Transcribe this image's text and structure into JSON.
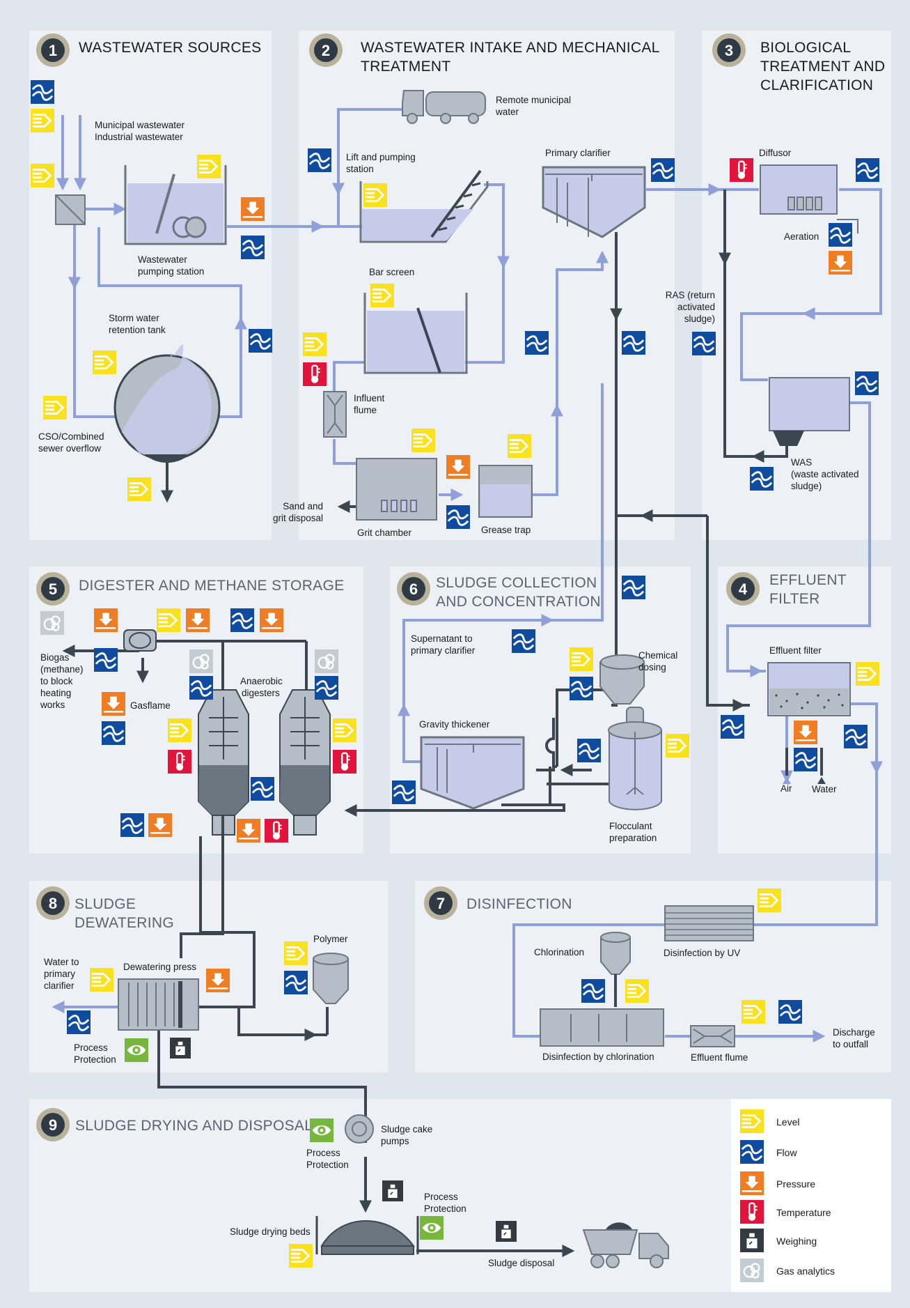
{
  "colors": {
    "panel": "#edf1f5",
    "background": "#dfe6ed",
    "pipe_blue": "#8f9fd8",
    "pipe_dark": "#3c4650",
    "level": "#f9e11e",
    "flow": "#0f4c9f",
    "pressure": "#ef7d23",
    "temperature": "#e3143c",
    "weighing": "#333a42",
    "gas": "#c4ccd3",
    "protection": "#77b73d",
    "tank_fill": "#c5cbe8",
    "equipment": "#b5bdc6"
  },
  "sections": [
    {
      "number": "1",
      "title_lines": [
        "WASTEWATER SOURCES"
      ]
    },
    {
      "number": "2",
      "title_lines": [
        "WASTEWATER INTAKE AND MECHANICAL",
        "TREATMENT"
      ]
    },
    {
      "number": "3",
      "title_lines": [
        "BIOLOGICAL",
        "TREATMENT AND",
        "CLARIFICATION"
      ]
    },
    {
      "number": "4",
      "title_lines": [
        "EFFLUENT",
        "FILTER"
      ]
    },
    {
      "number": "5",
      "title_lines": [
        "DIGESTER AND METHANE STORAGE"
      ]
    },
    {
      "number": "6",
      "title_lines": [
        "SLUDGE COLLECTION",
        "AND CONCENTRATION"
      ]
    },
    {
      "number": "7",
      "title_lines": [
        "DISINFECTION"
      ]
    },
    {
      "number": "8",
      "title_lines": [
        "SLUDGE",
        "DEWATERING"
      ]
    },
    {
      "number": "9",
      "title_lines": [
        "SLUDGE DRYING AND DISPOSAL"
      ]
    }
  ],
  "labels": {
    "municipal_ww": "Municipal wastewater",
    "industrial_ww": "Industrial wastewater",
    "ww_pumping_1": "Wastewater",
    "ww_pumping_2": "pumping station",
    "storm_1": "Storm water",
    "storm_2": "retention tank",
    "cso_1": "CSO/Combined",
    "cso_2": "sewer overflow",
    "remote_1": "Remote municipal",
    "remote_2": "water",
    "lift_1": "Lift and pumping",
    "lift_2": "station",
    "bar_screen": "Bar screen",
    "influent_1": "Influent",
    "influent_2": "flume",
    "grit_chamber": "Grit chamber",
    "sand_1": "Sand and",
    "sand_2": "grit disposal",
    "grease_trap": "Grease trap",
    "primary_clarifier": "Primary clarifier",
    "diffusor": "Diffusor",
    "aeration": "Aeration",
    "ras_1": "RAS (return",
    "ras_2": "activated",
    "ras_3": "sludge)",
    "was_1": "WAS",
    "was_2": "(waste activated",
    "was_3": "sludge)",
    "effluent_filter": "Effluent filter",
    "air": "Air",
    "water": "Water",
    "biogas_1": "Biogas",
    "biogas_2": "(methane)",
    "biogas_3": "to block",
    "biogas_4": "heating",
    "biogas_5": "works",
    "gasflame": "Gasflame",
    "anaerobic_1": "Anaerobic",
    "anaerobic_2": "digesters",
    "supernatant_1": "Supernatant to",
    "supernatant_2": "primary clarifier",
    "chemical_1": "Chemical",
    "chemical_2": "dosing",
    "gravity_thickener": "Gravity thickener",
    "flocculant_1": "Flocculant",
    "flocculant_2": "preparation",
    "chlorination": "Chlorination",
    "disinfection_uv": "Disinfection by UV",
    "disinfection_chlorination": "Disinfection by chlorination",
    "effluent_flume": "Effluent flume",
    "discharge_1": "Discharge",
    "discharge_2": "to outfall",
    "polymer": "Polymer",
    "water_primary_1": "Water to",
    "water_primary_2": "primary",
    "water_primary_3": "clarifier",
    "dewatering_press": "Dewatering press",
    "process_1": "Process",
    "process_2": "Protection",
    "sludge_cake_1": "Sludge cake",
    "sludge_cake_2": "pumps",
    "sludge_drying_beds": "Sludge drying beds",
    "sludge_disposal": "Sludge disposal"
  },
  "legend": [
    {
      "icon": "level-icon",
      "label": "Level"
    },
    {
      "icon": "flow-icon",
      "label": "Flow"
    },
    {
      "icon": "pressure-icon",
      "label": "Pressure"
    },
    {
      "icon": "temperature-icon",
      "label": "Temperature"
    },
    {
      "icon": "weighing-icon",
      "label": "Weighing"
    },
    {
      "icon": "gas-analytics-icon",
      "label": "Gas analytics"
    }
  ]
}
